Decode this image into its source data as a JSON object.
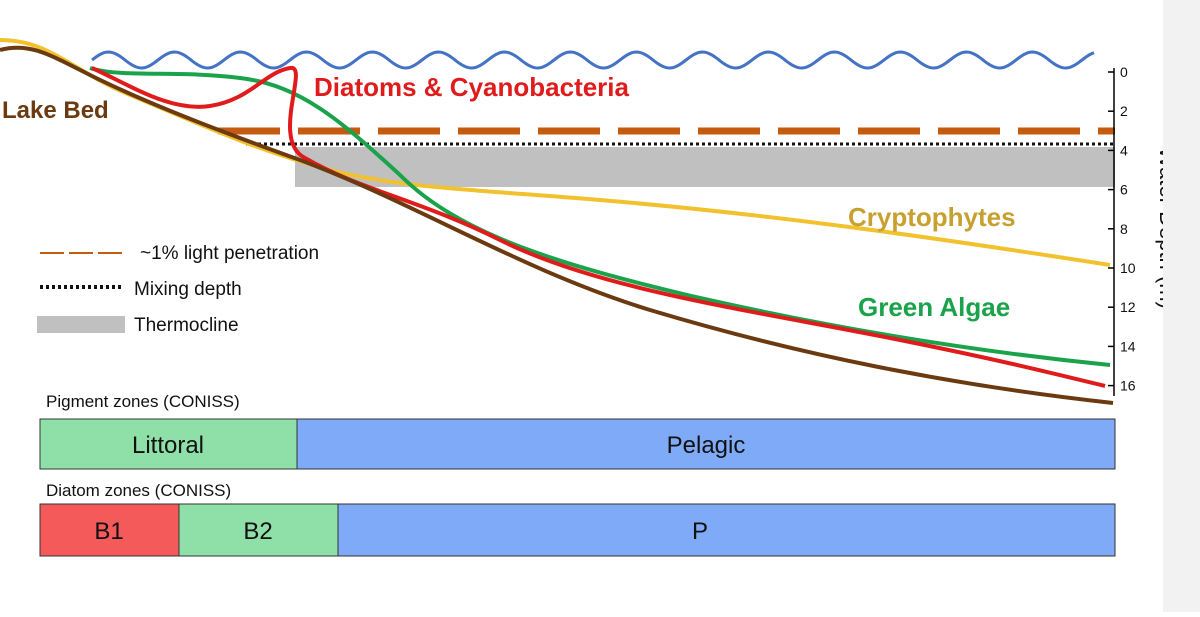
{
  "labels": {
    "lake_bed": "Lake Bed",
    "diatoms": "Diatoms & Cyanobacteria",
    "cryptophytes": "Cryptophytes",
    "green_algae": "Green Algae",
    "depth_axis_title": "Water Depth (m)"
  },
  "legend": {
    "light": "~1% light penetration",
    "mixing": "Mixing depth",
    "thermocline": "Thermocline"
  },
  "depth_ticks": [
    "0",
    "2",
    "4",
    "6",
    "8",
    "10",
    "12",
    "14",
    "16"
  ],
  "pigment_zones": {
    "title": "Pigment zones (CONISS)",
    "littoral": "Littoral",
    "pelagic": "Pelagic"
  },
  "diatom_zones": {
    "title": "Diatom zones (CONISS)",
    "b1": "B1",
    "b2": "B2",
    "p": "P"
  },
  "colors": {
    "water_surface": "#4472c4",
    "lake_bed": "#6b3a10",
    "diatoms": "#e01b1b",
    "cryptophytes": "#f2c12e",
    "green_algae": "#1aa34a",
    "light_line": "#c55a11",
    "thermocline": "#c0c0c0",
    "littoral_zone": "#8fe0a8",
    "pelagic_zone": "#7faaf7",
    "b1_zone": "#f55a5a"
  }
}
